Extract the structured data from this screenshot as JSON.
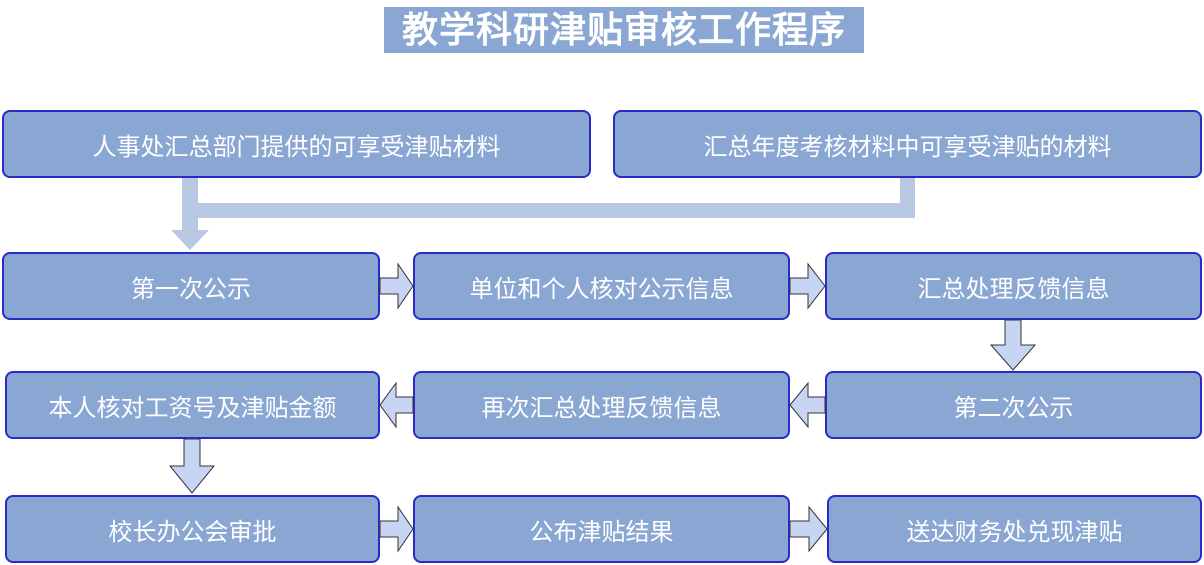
{
  "title": "教学科研津贴审核工作程序",
  "sources": [
    "人事处汇总部门提供的可享受津贴材料",
    "汇总年度考核材料中可享受津贴的材料"
  ],
  "steps": [
    "第一次公示",
    "单位和个人核对公示信息",
    "汇总处理反馈信息",
    "第二次公示",
    "再次汇总处理反馈信息",
    "本人核对工资号及津贴金额",
    "校长办公会审批",
    "公布津贴结果",
    "送达财务处兑现津贴"
  ],
  "colors": {
    "box": "#8aa6d2",
    "border": "#2a2ac8",
    "arrow": "#c8d4f4",
    "connector": "#b8c8e2"
  }
}
